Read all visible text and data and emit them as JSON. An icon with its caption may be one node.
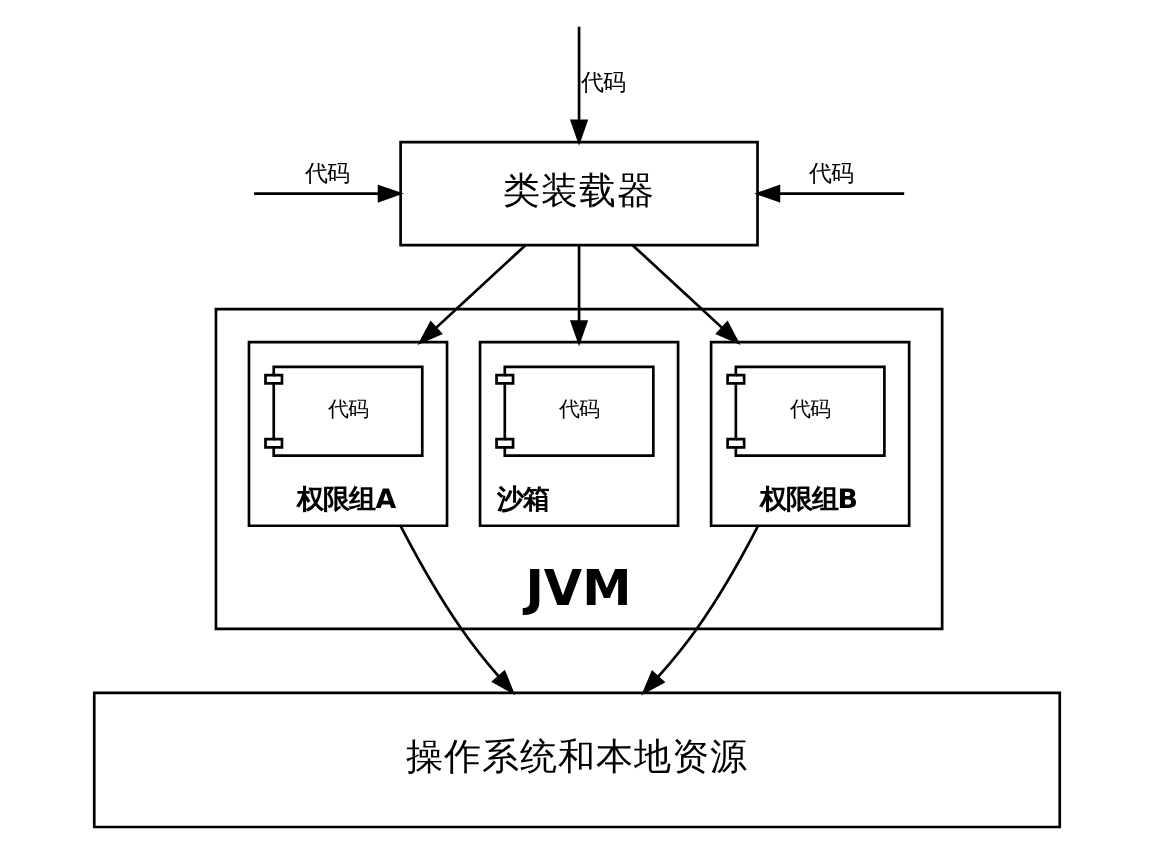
{
  "diagram": {
    "nodes": [
      {
        "text": [
          "类装载器"
        ]
      },
      {
        "text": [
          "JVM"
        ]
      },
      {
        "text": [
          "权限组A"
        ],
        "in": 1
      },
      {
        "text": [
          "代码"
        ],
        "in": 2
      },
      {
        "text": [
          "沙箱"
        ],
        "in": 1
      },
      {
        "text": [
          "代码"
        ],
        "in": 4
      },
      {
        "text": [
          "权限组B"
        ],
        "in": 1
      },
      {
        "text": [
          "代码"
        ],
        "in": 6
      },
      {
        "text": [
          "操作系统和本地资源"
        ]
      }
    ],
    "edges": [
      {
        "from": null,
        "to": 0,
        "arrow": "to",
        "label": "代码"
      },
      {
        "from": null,
        "to": 0,
        "arrow": "to",
        "label": "代码"
      },
      {
        "from": null,
        "to": 0,
        "arrow": "to",
        "label": "代码"
      },
      {
        "from": 0,
        "to": 2,
        "arrow": "to"
      },
      {
        "from": 0,
        "to": 6,
        "arrow": "to"
      },
      {
        "from": 0,
        "to": 4,
        "arrow": "to"
      },
      {
        "from": 2,
        "to": 8,
        "arrow": "to"
      },
      {
        "from": 6,
        "to": 8,
        "arrow": "to"
      }
    ]
  }
}
